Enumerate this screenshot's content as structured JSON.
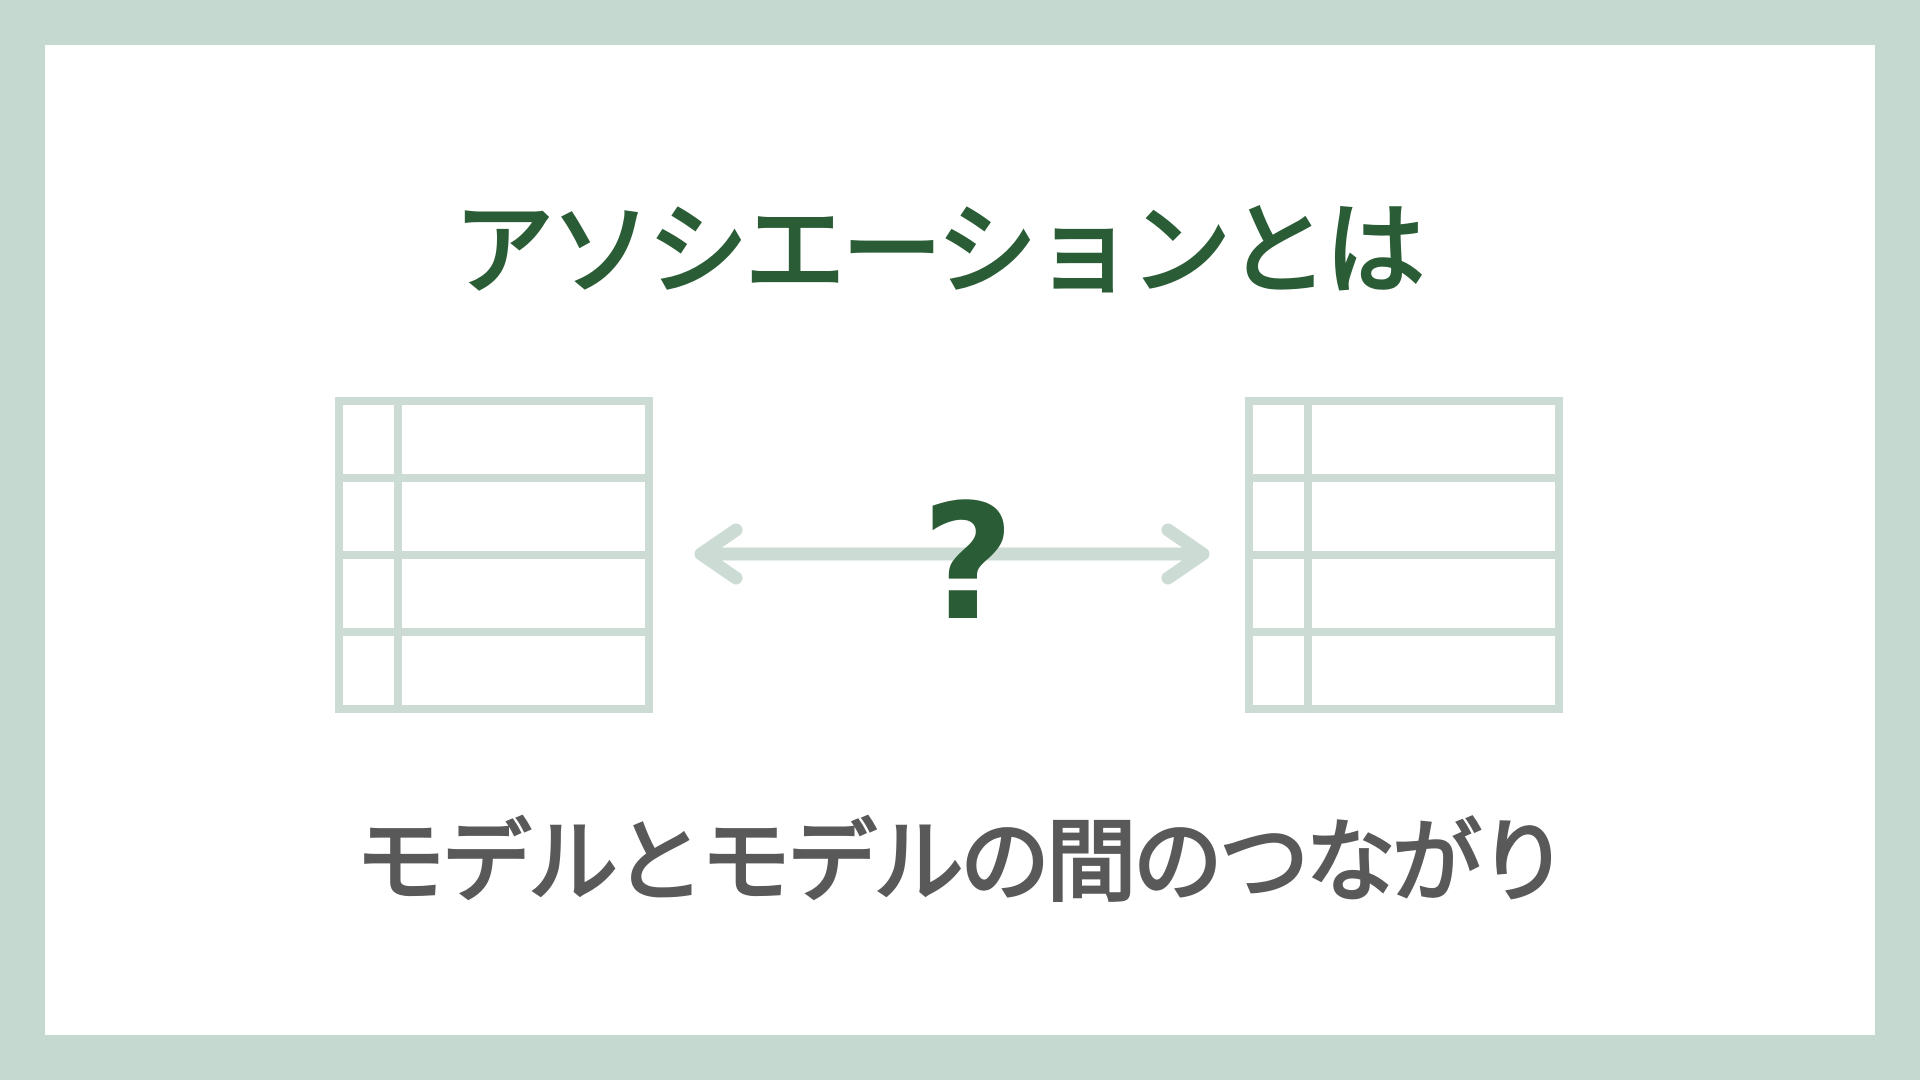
{
  "slide": {
    "title": "アソシエーションとは",
    "subtitle": "モデルとモデルの間のつながり",
    "question_mark": "?"
  },
  "diagram": {
    "left_table_icon": "database-model-table",
    "right_table_icon": "database-model-table",
    "table_rows": 4,
    "table_columns": 2,
    "arrow": "double-headed-horizontal-arrow"
  },
  "colors": {
    "frame_background": "#c6d9d1",
    "card_background": "#ffffff",
    "accent_green": "#2a5c36",
    "diagram_line": "#ccdcd5",
    "subtitle_gray": "#595959"
  }
}
